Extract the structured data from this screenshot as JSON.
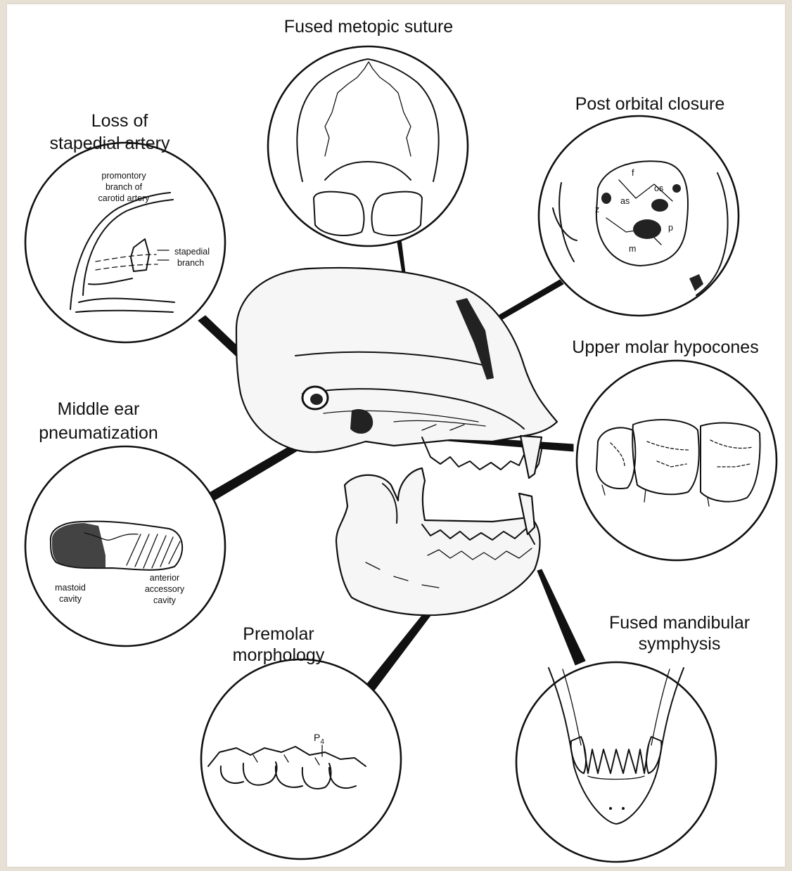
{
  "labels": {
    "metopic": "Fused metopic suture",
    "postorbital": "Post orbital closure",
    "stapedial_line1": "Loss of",
    "stapedial_line2": "stapedial artery",
    "molar": "Upper molar hypocones",
    "middle_ear_line1": "Middle ear",
    "middle_ear_line2": "pneumatization",
    "premolar_line1": "Premolar",
    "premolar_line2": "morphology",
    "mandibular_line1": "Fused mandibular",
    "mandibular_line2": "symphysis"
  },
  "stapedial_inset": {
    "promontory_line1": "promontory",
    "promontory_line2": "branch of",
    "promontory_line3": "carotid artery",
    "stapedial_line1": "stapedial",
    "stapedial_line2": "branch"
  },
  "orbit_inset": {
    "f": "f",
    "os": "os",
    "as": "as",
    "z": "z",
    "p": "p",
    "m": "m"
  },
  "ear_inset": {
    "mastoid_line1": "mastoid",
    "mastoid_line2": "cavity",
    "anterior_line1": "anterior",
    "anterior_line2": "accessory",
    "anterior_line3": "cavity"
  },
  "premolar_inset": {
    "p4_letter": "P",
    "p4_sub": "4"
  }
}
